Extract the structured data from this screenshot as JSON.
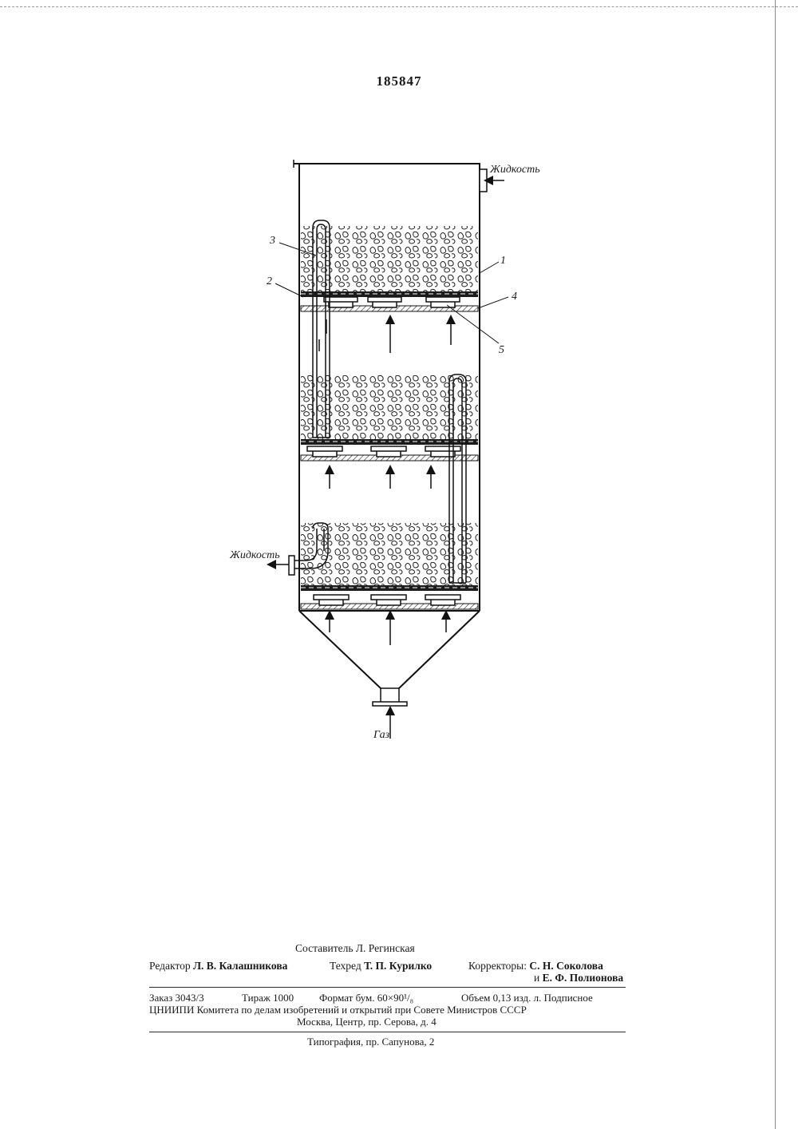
{
  "patent_number": "185847",
  "figure": {
    "labels": {
      "liquid_in": "Жидкость",
      "liquid_out": "Жидкость",
      "gas": "Газ",
      "ref_1": "1",
      "ref_2": "2",
      "ref_3": "3",
      "ref_4": "4",
      "ref_5": "5"
    }
  },
  "imprint": {
    "compiler_label": "Составитель",
    "compiler_name": "Л. Регинская",
    "editor_label": "Редактор",
    "editor_name": "Л. В. Калашникова",
    "techred_label": "Техред",
    "techred_name": "Т. П. Курилко",
    "correctors_label": "Корректоры:",
    "corrector_1": "С. Н. Соколова",
    "corrector_joiner": "и",
    "corrector_2": "Е. Ф. Полионова",
    "order": "Заказ 3043/3",
    "print_run": "Тираж 1000",
    "paper_format": "Формат бум. 60×90¹/₈",
    "volume": "Объем 0,13 изд. л. Подписное",
    "publisher_line": "ЦНИИПИ Комитета по делам изобретений и открытий при Совете Министров СССР",
    "address": "Москва, Центр, пр. Серова, д. 4",
    "printing_house": "Типография, пр. Сапунова, 2"
  }
}
